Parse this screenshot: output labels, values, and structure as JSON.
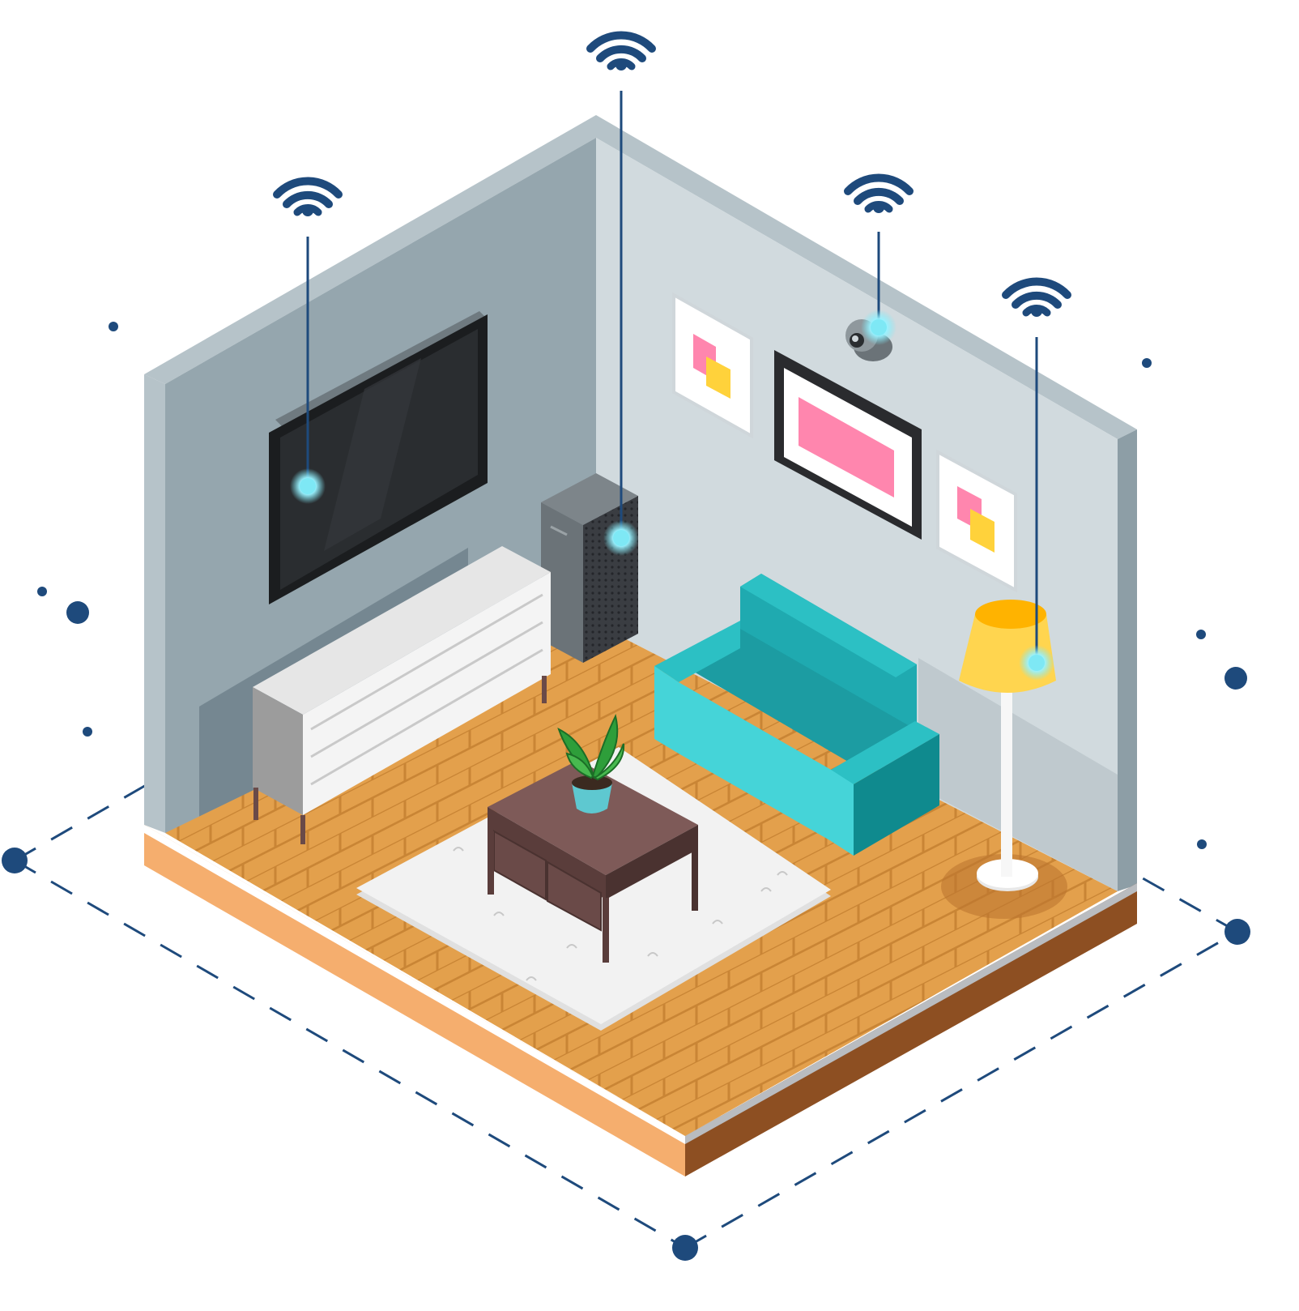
{
  "scene": {
    "kind": "isometric smart home living room illustration",
    "colors": {
      "background": "#ffffff",
      "accent_navy": "#1e4a7c",
      "signal_dot": "#7ee8f5",
      "wall_left": "#95a6ae",
      "wall_right": "#d1dade",
      "wall_edge": "#b6c3c9",
      "floor": "#e3a04c",
      "floor_plank_line": "#c98535",
      "floor_side": "#f5ae6e",
      "sofa": "#1faab0",
      "lamp_shade": "#ffc531",
      "tv": "#202325",
      "rug": "#f2f2f2",
      "table": "#6a4a48",
      "pink": "#ff86ae",
      "yellow": "#ffd23b"
    },
    "connected_devices": [
      {
        "device": "tv",
        "icon": "wifi-icon"
      },
      {
        "device": "air-purifier",
        "icon": "wifi-icon"
      },
      {
        "device": "security-camera",
        "icon": "wifi-icon"
      },
      {
        "device": "floor-lamp",
        "icon": "wifi-icon"
      }
    ]
  }
}
